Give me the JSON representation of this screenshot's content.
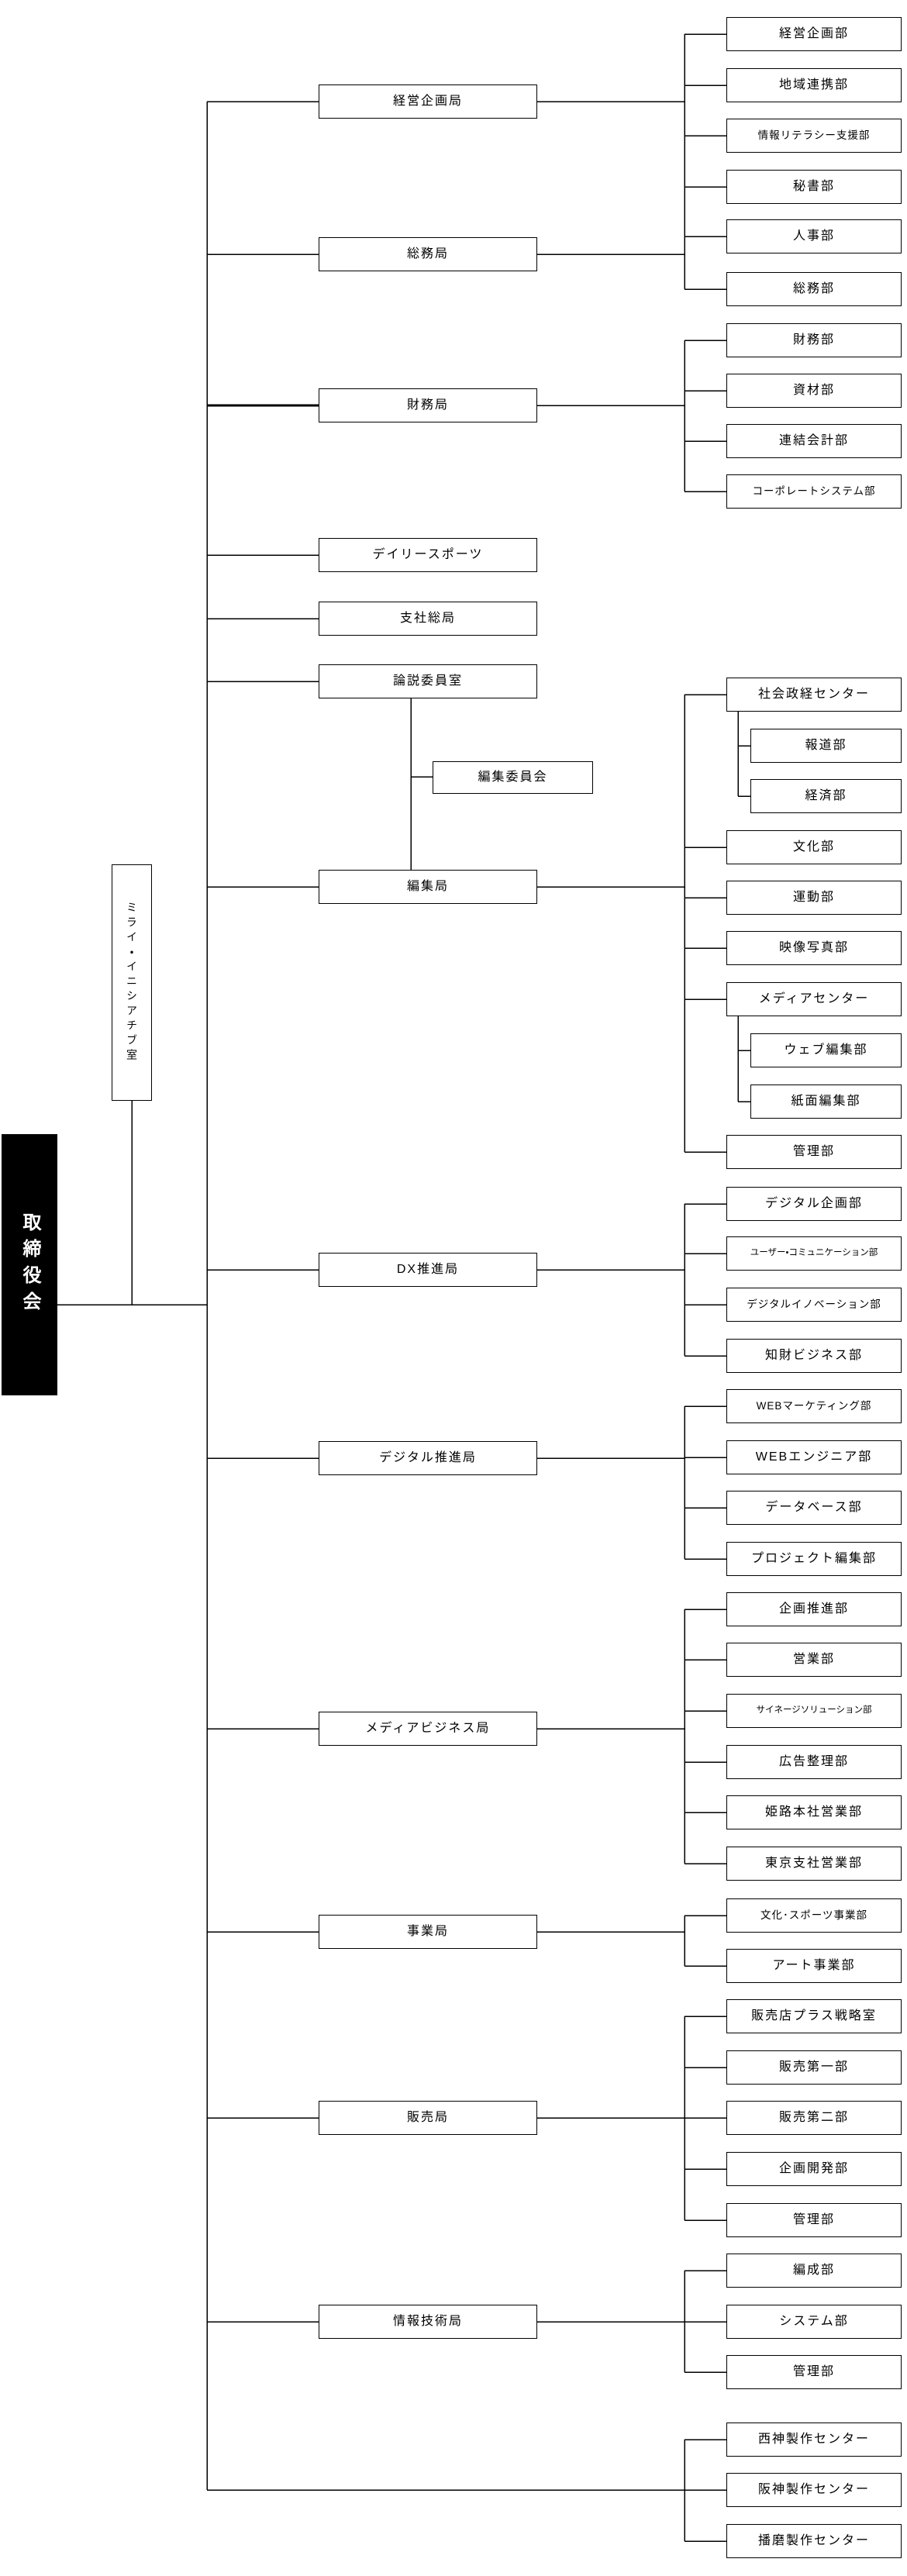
{
  "org_chart": {
    "board": {
      "label": "取締役会"
    },
    "initiative_office": {
      "label": "ミライ・イニシアチブ室"
    },
    "editorial_committee": {
      "label": "編集委員会"
    },
    "line_color": "#000000",
    "board_bg_color": "#000000",
    "bureaus": [
      {
        "label": "経営企画局",
        "departments": [
          "経営企画部",
          "地域連携部",
          "情報リテラシー支援部",
          "秘書部"
        ]
      },
      {
        "label": "総務局",
        "departments": [
          "人事部",
          "総務部"
        ]
      },
      {
        "label": "財務局",
        "departments": [
          "財務部",
          "資材部",
          "連結会計部",
          "コーポレートシステム部"
        ]
      },
      {
        "label": "デイリースポーツ",
        "departments": []
      },
      {
        "label": "支社総局",
        "departments": []
      },
      {
        "label": "論説委員室",
        "departments": []
      },
      {
        "label": "編集局",
        "departments": [
          "社会政経センター",
          "文化部",
          "運動部",
          "映像写真部",
          "メディアセンター",
          "管理部"
        ],
        "subgroups": [
          {
            "parent": "社会政経センター",
            "items": [
              "報道部",
              "経済部"
            ]
          },
          {
            "parent": "メディアセンター",
            "items": [
              "ウェブ編集部",
              "紙面編集部"
            ]
          }
        ]
      },
      {
        "label": "DX推進局",
        "departments": [
          "デジタル企画部",
          "ユーザー・コミュニケーション部",
          "デジタルイノベーション部",
          "知財ビジネス部"
        ]
      },
      {
        "label": "デジタル推進局",
        "departments": [
          "WEBマーケティング部",
          "WEBエンジニア部",
          "データベース部",
          "プロジェクト編集部"
        ]
      },
      {
        "label": "メディアビジネス局",
        "departments": [
          "企画推進部",
          "営業部",
          "サイネージソリューション部",
          "広告整理部",
          "姫路本社営業部",
          "東京支社営業部"
        ]
      },
      {
        "label": "事業局",
        "departments": [
          "文化･スポーツ事業部",
          "アート事業部"
        ]
      },
      {
        "label": "販売局",
        "departments": [
          "販売店プラス戦略室",
          "販売第一部",
          "販売第二部",
          "企画開発部",
          "管理部"
        ]
      },
      {
        "label": "情報技術局",
        "departments": [
          "編成部",
          "システム部",
          "管理部"
        ]
      }
    ],
    "production_centers": {
      "items": [
        "西神製作センター",
        "阪神製作センター",
        "播磨製作センター"
      ]
    }
  }
}
